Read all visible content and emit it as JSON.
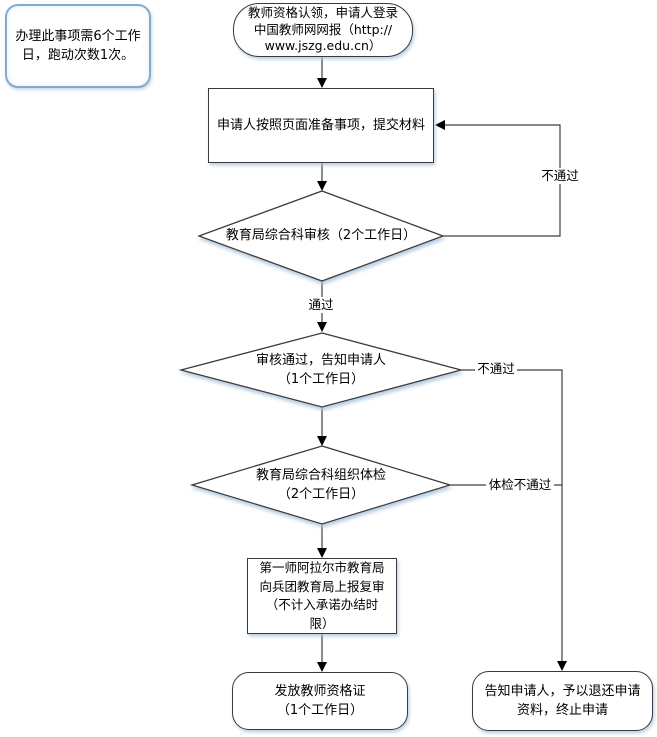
{
  "note": {
    "text": "办理此事项需6个工作\n日，跑动次数1次。"
  },
  "nodes": {
    "start": {
      "text": "教师资格认领，申请人登录\n中国教师网网报（http://\nwww.jszg.edu.cn）"
    },
    "process_submit": {
      "text": "申请人按照页面准备事项，提交材料"
    },
    "decision_review": {
      "text": "教育局综合科审核（2个工作日）"
    },
    "decision_notify": {
      "text": "审核通过，告知申请人\n（1个工作日）"
    },
    "decision_physical": {
      "text": "教育局综合科组织体检\n（2个工作日）"
    },
    "process_recheck": {
      "text": "第一师阿拉尔市教育局\n向兵团教育局上报复审\n（不计入承诺办结时\n限）"
    },
    "end_issue": {
      "text": "发放教师资格证\n（1个工作日）"
    },
    "end_reject": {
      "text": "告知申请人，予以退还申请\n资料，终止申请"
    }
  },
  "labels": {
    "pass": "通过",
    "review_fail": "不通过",
    "notify_fail": "不通过",
    "physical_fail": "体检不通过"
  },
  "colors": {
    "note_border": "#84abce",
    "shape_border": "#3a3a3a",
    "connector": "#3f3f3f",
    "arrowhead": "#000000",
    "shadow": "#a7c4de",
    "background": "#ffffff"
  }
}
